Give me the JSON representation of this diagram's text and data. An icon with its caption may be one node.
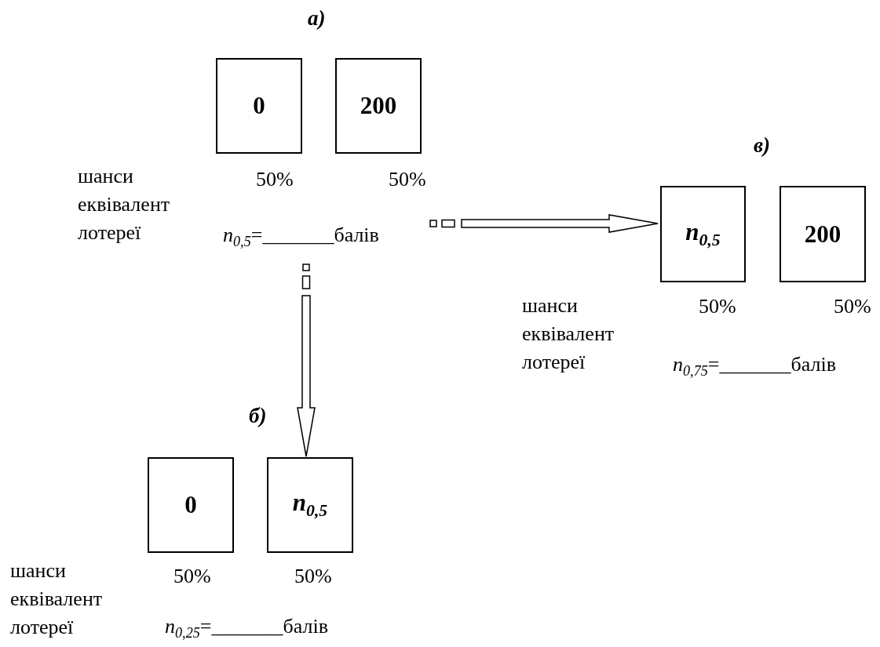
{
  "diagram": {
    "nodes": [
      {
        "text": [
          "0"
        ],
        "beside": [
          "50%"
        ]
      },
      {
        "text": [
          "200"
        ],
        "beside": [
          "50%"
        ]
      },
      {
        "text": [
          "*n*$_{0,5}$=_______балів"
        ]
      },
      {
        "text": [
          "n$_{0,5}$"
        ],
        "beside": [
          "50%"
        ]
      },
      {
        "text": [
          "200"
        ],
        "beside": [
          "50%"
        ]
      },
      {
        "text": [
          "*n*$_{0,75}$=_______балів"
        ]
      },
      {
        "text": [
          "0"
        ],
        "beside": [
          "50%"
        ]
      },
      {
        "text": [
          "n$_{0,5}$"
        ],
        "beside": [
          "50%"
        ]
      },
      {
        "text": [
          "*n*$_{0,25}$=_______балів"
        ]
      }
    ],
    "edges": [
      {
        "from": 2,
        "to": 3,
        "arrow": "to"
      },
      {
        "from": 2,
        "to": 7,
        "arrow": "to"
      }
    ],
    "labels": [
      "а)",
      "шанси еквівалент лотереї",
      "в)",
      "шанси еквівалент лотереї",
      "б)",
      "шанси еквівалент лотереї"
    ]
  }
}
